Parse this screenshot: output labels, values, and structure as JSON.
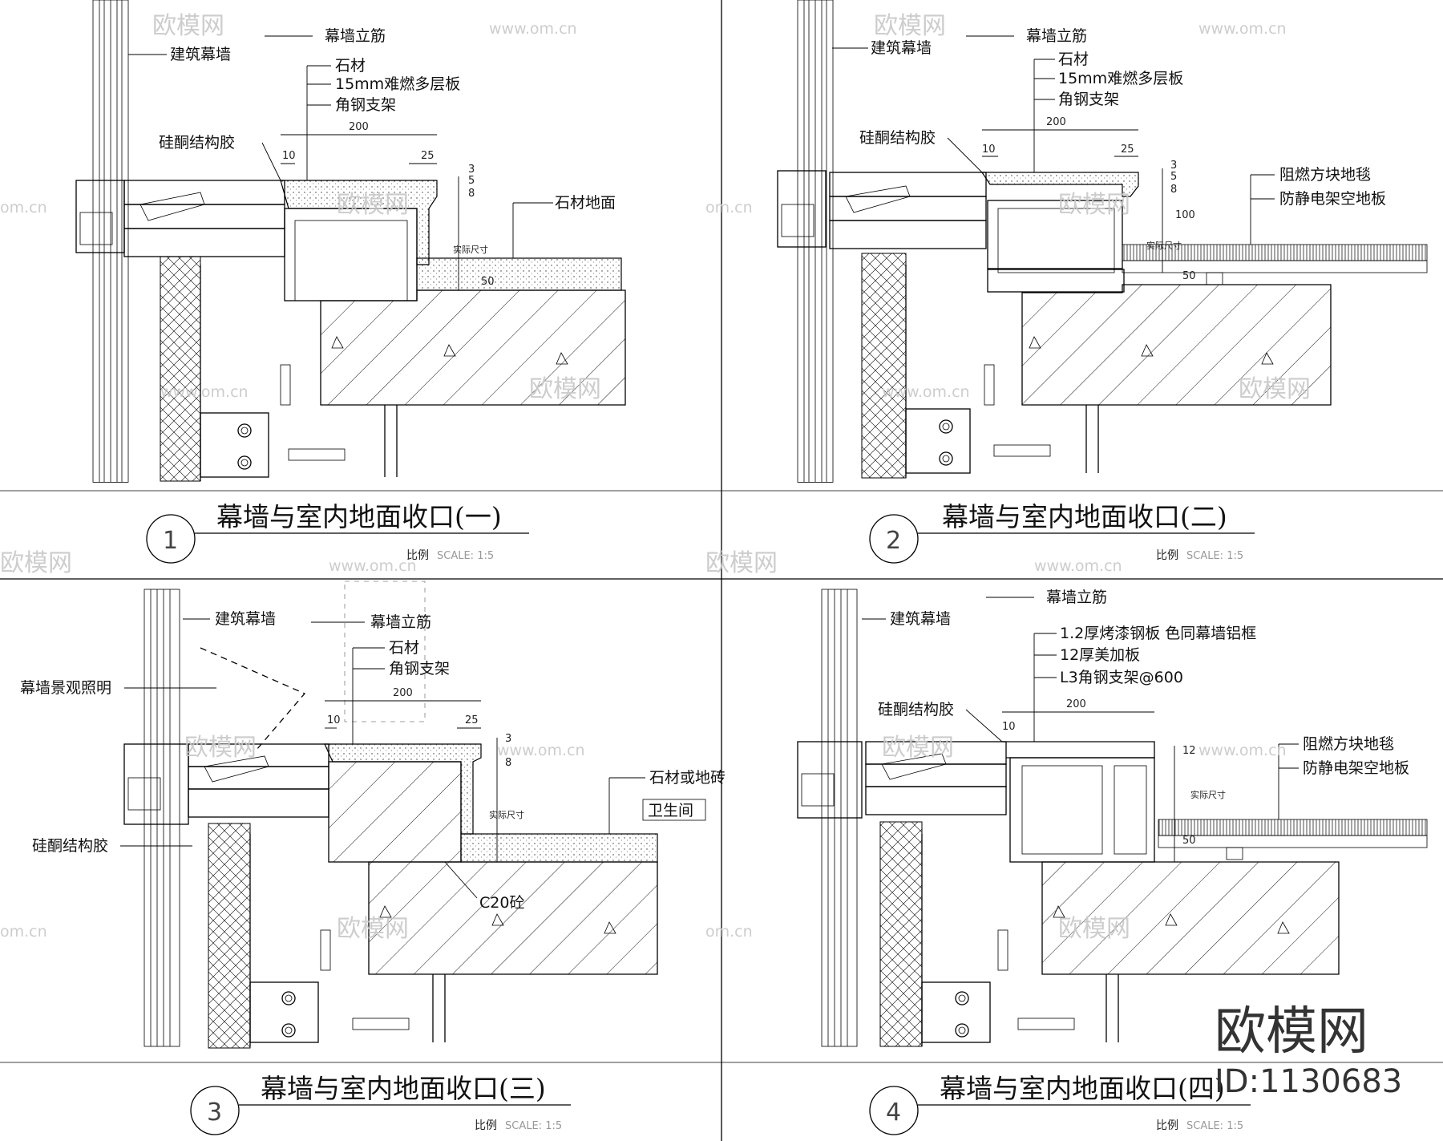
{
  "sheet": {
    "panels": [
      {
        "number": "1",
        "title": "幕墙与室内地面收口(一)",
        "scale_label": "比例",
        "scale_text": "SCALE: 1:5",
        "labels": {
          "curtain_wall": "建筑幕墙",
          "mullion": "幕墙立筋",
          "stone": "石材",
          "board": "15mm难燃多层板",
          "bracket": "角钢支架",
          "silicone": "硅酮结构胶",
          "floor": "石材地面"
        },
        "dims": {
          "d200": "200",
          "d10": "10",
          "d25": "25",
          "d8": "8",
          "d5": "5",
          "d3": "3",
          "d50": "50",
          "actual": "实际尺寸"
        }
      },
      {
        "number": "2",
        "title": "幕墙与室内地面收口(二)",
        "scale_label": "比例",
        "scale_text": "SCALE: 1:5",
        "labels": {
          "curtain_wall": "建筑幕墙",
          "mullion": "幕墙立筋",
          "stone": "石材",
          "board": "15mm难燃多层板",
          "bracket": "角钢支架",
          "silicone": "硅酮结构胶",
          "carpet": "阻燃方块地毯",
          "raised_floor": "防静电架空地板"
        },
        "dims": {
          "d200": "200",
          "d10": "10",
          "d25": "25",
          "d8": "8",
          "d5": "5",
          "d3": "3",
          "d100": "100",
          "d50": "50",
          "actual": "实际尺寸"
        }
      },
      {
        "number": "3",
        "title": "幕墙与室内地面收口(三)",
        "scale_label": "比例",
        "scale_text": "SCALE: 1:5",
        "labels": {
          "curtain_wall": "建筑幕墙",
          "mullion": "幕墙立筋",
          "stone": "石材",
          "bracket": "角钢支架",
          "lighting": "幕墙景观照明",
          "silicone": "硅酮结构胶",
          "floor": "石材或地砖",
          "room": "卫生间",
          "concrete": "C20砼"
        },
        "dims": {
          "d200": "200",
          "d10": "10",
          "d25": "25",
          "d8": "8",
          "d3": "3",
          "actual": "实际尺寸"
        }
      },
      {
        "number": "4",
        "title": "幕墙与室内地面收口(四)",
        "scale_label": "比例",
        "scale_text": "SCALE: 1:5",
        "labels": {
          "curtain_wall": "建筑幕墙",
          "mullion": "幕墙立筋",
          "steel_plate": "1.2厚烤漆钢板 色同幕墙铝框",
          "mgo_board": "12厚美加板",
          "angle": "L3角钢支架@600",
          "silicone": "硅酮结构胶",
          "carpet": "阻燃方块地毯",
          "raised_floor": "防静电架空地板"
        },
        "dims": {
          "d200": "200",
          "d10": "10",
          "d12": "12",
          "d50": "50",
          "actual": "实际尺寸"
        }
      }
    ],
    "watermark": {
      "text": "欧模网",
      "url": "www.om.cn",
      "url_short": "om.cn"
    },
    "brand": {
      "name": "欧模网",
      "id": "ID:1130683"
    }
  }
}
